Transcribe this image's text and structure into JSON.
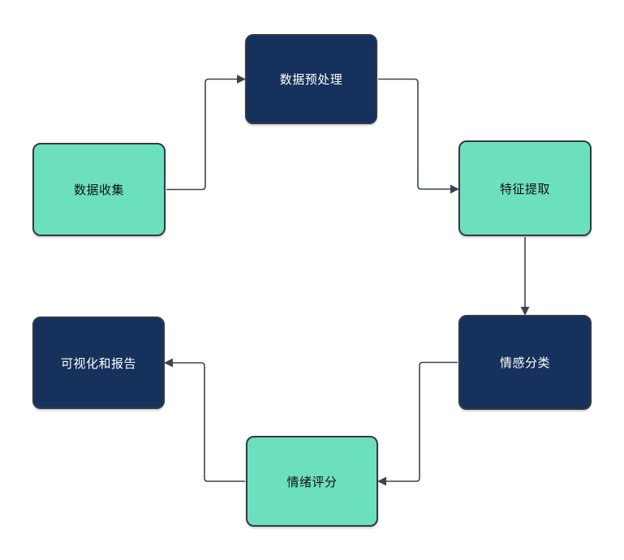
{
  "diagram": {
    "type": "flowchart",
    "nodes": [
      {
        "id": "data-collection",
        "label": "数据收集",
        "variant": "teal"
      },
      {
        "id": "data-preprocessing",
        "label": "数据预处理",
        "variant": "navy"
      },
      {
        "id": "feature-extraction",
        "label": "特征提取",
        "variant": "teal"
      },
      {
        "id": "sentiment-classification",
        "label": "情感分类",
        "variant": "navy"
      },
      {
        "id": "sentiment-scoring",
        "label": "情绪评分",
        "variant": "teal"
      },
      {
        "id": "visualization-report",
        "label": "可视化和报告",
        "variant": "navy"
      }
    ],
    "edges": [
      {
        "from": "数据收集",
        "to": "数据预处理"
      },
      {
        "from": "数据预处理",
        "to": "特征提取"
      },
      {
        "from": "特征提取",
        "to": "情感分类"
      },
      {
        "from": "情感分类",
        "to": "情绪评分"
      },
      {
        "from": "情绪评分",
        "to": "可视化和报告"
      }
    ],
    "colors": {
      "canvas-bg": "#ffffff",
      "teal-fill": "#6CE0BE",
      "navy-fill": "#15315C",
      "node-border": "#323A45",
      "connector": "#3A4550",
      "text-on-teal": "#111111",
      "text-on-navy": "#FFFFFF"
    }
  }
}
